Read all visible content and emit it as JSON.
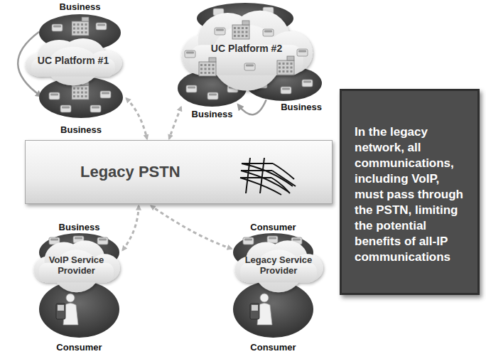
{
  "diagram": {
    "nodes": [
      {
        "text": [
          "Business"
        ]
      },
      {
        "text": [
          "UC Platform #1"
        ]
      },
      {
        "text": [
          "Business"
        ]
      },
      {
        "text": [
          "UC Platform #2"
        ]
      },
      {
        "text": [
          "Business"
        ]
      },
      {
        "text": [
          "Business"
        ]
      },
      {
        "text": [
          "Legacy PSTN"
        ]
      },
      {
        "text": [
          "In the legacy network, all communications, including VoIP, must pass through the PSTN, limiting the potential benefits of all-IP communications"
        ]
      },
      {
        "text": [
          "Business"
        ]
      },
      {
        "text": [
          "VoIP Service Provider"
        ]
      },
      {
        "text": [
          "Consumer"
        ]
      },
      {
        "text": [
          "Consumer"
        ]
      },
      {
        "text": [
          "Legacy Service Provider"
        ]
      },
      {
        "text": [
          "Consumer"
        ]
      }
    ],
    "edges": [
      {
        "from": 0,
        "to": 2,
        "arrow": "to"
      },
      {
        "from": 5,
        "to": 4,
        "arrow": "to"
      },
      {
        "from": 2,
        "to": 6,
        "arrow": "both"
      },
      {
        "from": 4,
        "to": 6,
        "arrow": "both"
      },
      {
        "from": 8,
        "to": 6,
        "arrow": "both"
      },
      {
        "from": 11,
        "to": 6,
        "arrow": "both"
      }
    ]
  }
}
